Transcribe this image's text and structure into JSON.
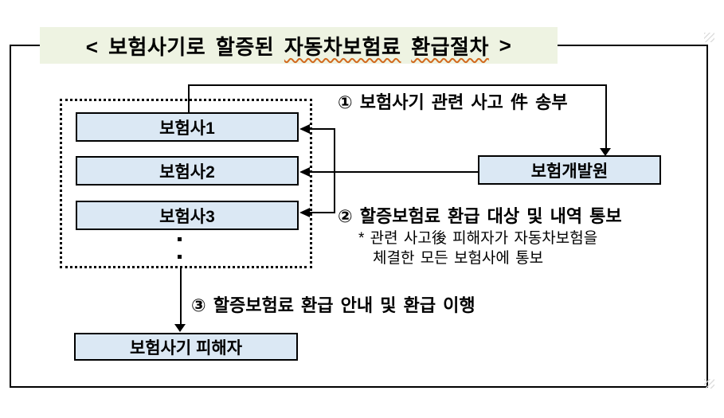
{
  "figure": {
    "title": {
      "prefix": "< 보험사기로 할증된 ",
      "misspell_1": "자동차보험료",
      "space": " ",
      "misspell_2": "환급절차",
      "suffix": " >"
    },
    "nodes": {
      "insurers": [
        {
          "label": "보험사1"
        },
        {
          "label": "보험사2"
        },
        {
          "label": "보험사3"
        }
      ],
      "more_insurers_ellipsis": "⋮",
      "institute": {
        "label": "보험개발원"
      },
      "victim": {
        "label": "보험사기 피해자"
      }
    },
    "steps": {
      "step1": "① 보험사기 관련 사고 件 송부",
      "step2": "② 할증보험료 환급 대상 및 내역 통보",
      "step2_note_line1": "* 관련 사고後 피해자가 자동차보험을",
      "step2_note_line2": "체결한 모든 보험사에 통보",
      "step3": "③ 할증보험료 환급 안내 및 환급 이행"
    },
    "colors": {
      "node_fill": "#dbe8f4",
      "title_fill": "#eef3e2",
      "line": "#000000",
      "spellcheck_underline": "#d2691e"
    }
  }
}
